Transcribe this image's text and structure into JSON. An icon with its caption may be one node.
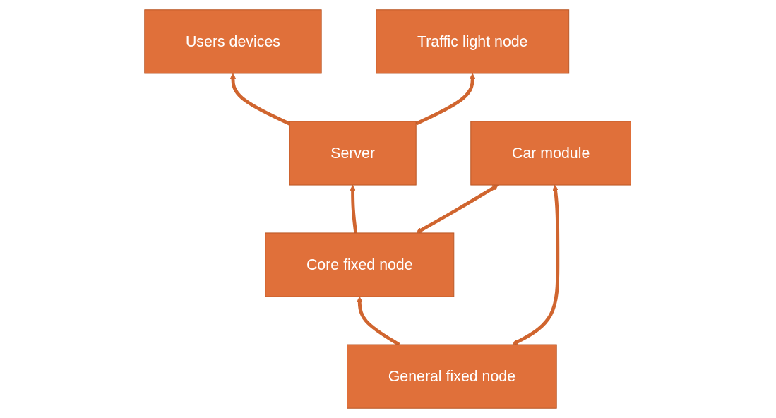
{
  "diagram": {
    "nodes": [
      {
        "text": [
          "Users devices"
        ]
      },
      {
        "text": [
          "Server"
        ]
      },
      {
        "text": [
          "Traffic light node"
        ]
      },
      {
        "text": [
          "General fixed node"
        ]
      },
      {
        "text": [
          "Core fixed node"
        ]
      },
      {
        "text": [
          "Car module"
        ]
      }
    ],
    "edges": [
      {
        "from": 1,
        "to": 0,
        "arrow": "to"
      },
      {
        "from": 1,
        "to": 2,
        "arrow": "to"
      },
      {
        "from": 4,
        "to": 1,
        "arrow": "to"
      },
      {
        "from": 3,
        "to": 4,
        "arrow": "to"
      },
      {
        "from": 4,
        "to": 5,
        "arrow": "both"
      },
      {
        "from": 3,
        "to": 5,
        "arrow": "both"
      }
    ]
  }
}
